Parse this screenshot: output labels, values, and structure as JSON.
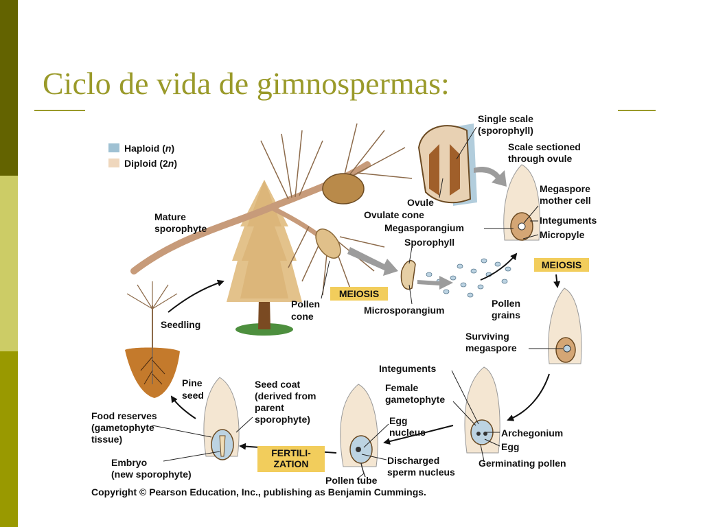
{
  "slide": {
    "title": "Ciclo de vida de gimnospermas:",
    "colors": {
      "sidebar_dark": "#636300",
      "sidebar_light": "#cccc66",
      "sidebar_mid": "#999900",
      "title": "#9a9a2a",
      "haploid": "#9fc1d3",
      "diploid": "#efd7bd"
    }
  },
  "legend": {
    "haploid_prefix": "Haploid (",
    "haploid_n": "n",
    "haploid_suffix": ")",
    "diploid_prefix": "Diploid (2",
    "diploid_n": "n",
    "diploid_suffix": ")"
  },
  "labels": {
    "single_scale_1": "Single scale",
    "single_scale_2": "(sporophyll)",
    "scale_sectioned_1": "Scale sectioned",
    "scale_sectioned_2": "through ovule",
    "megaspore_1": "Megaspore",
    "megaspore_2": "mother cell",
    "integuments_top": "Integuments",
    "micropyle": "Micropyle",
    "ovule": "Ovule",
    "ovulate_cone": "Ovulate cone",
    "megasporangium": "Megasporangium",
    "sporophyll": "Sporophyll",
    "mature_1": "Mature",
    "mature_2": "sporophyte",
    "meiosis_right": "MEIOSIS",
    "meiosis_left": "MEIOSIS",
    "pollen_cone_1": "Pollen",
    "pollen_cone_2": "cone",
    "microsporangium": "Microsporangium",
    "pollen_grains_1": "Pollen",
    "pollen_grains_2": "grains",
    "seedling": "Seedling",
    "surviving_1": "Surviving",
    "surviving_2": "megaspore",
    "integuments_bottom": "Integuments",
    "female_1": "Female",
    "female_2": "gametophyte",
    "pine_seed_1": "Pine",
    "pine_seed_2": "seed",
    "seed_coat_1": "Seed coat",
    "seed_coat_2": "(derived from",
    "seed_coat_3": "parent",
    "seed_coat_4": "sporophyte)",
    "egg_nucleus_1": "Egg",
    "egg_nucleus_2": "nucleus",
    "archegonium": "Archegonium",
    "egg": "Egg",
    "food_1": "Food reserves",
    "food_2": "(gametophyte",
    "food_3": "tissue)",
    "fertil_1": "FERTILI-",
    "fertil_2": "ZATION",
    "discharged_1": "Discharged",
    "discharged_2": "sperm nucleus",
    "germinating": "Germinating pollen",
    "embryo_1": "Embryo",
    "embryo_2": "(new sporophyte)",
    "pollen_tube": "Pollen tube",
    "copyright": "Copyright © Pearson Education, Inc., publishing as Benjamin Cummings."
  }
}
